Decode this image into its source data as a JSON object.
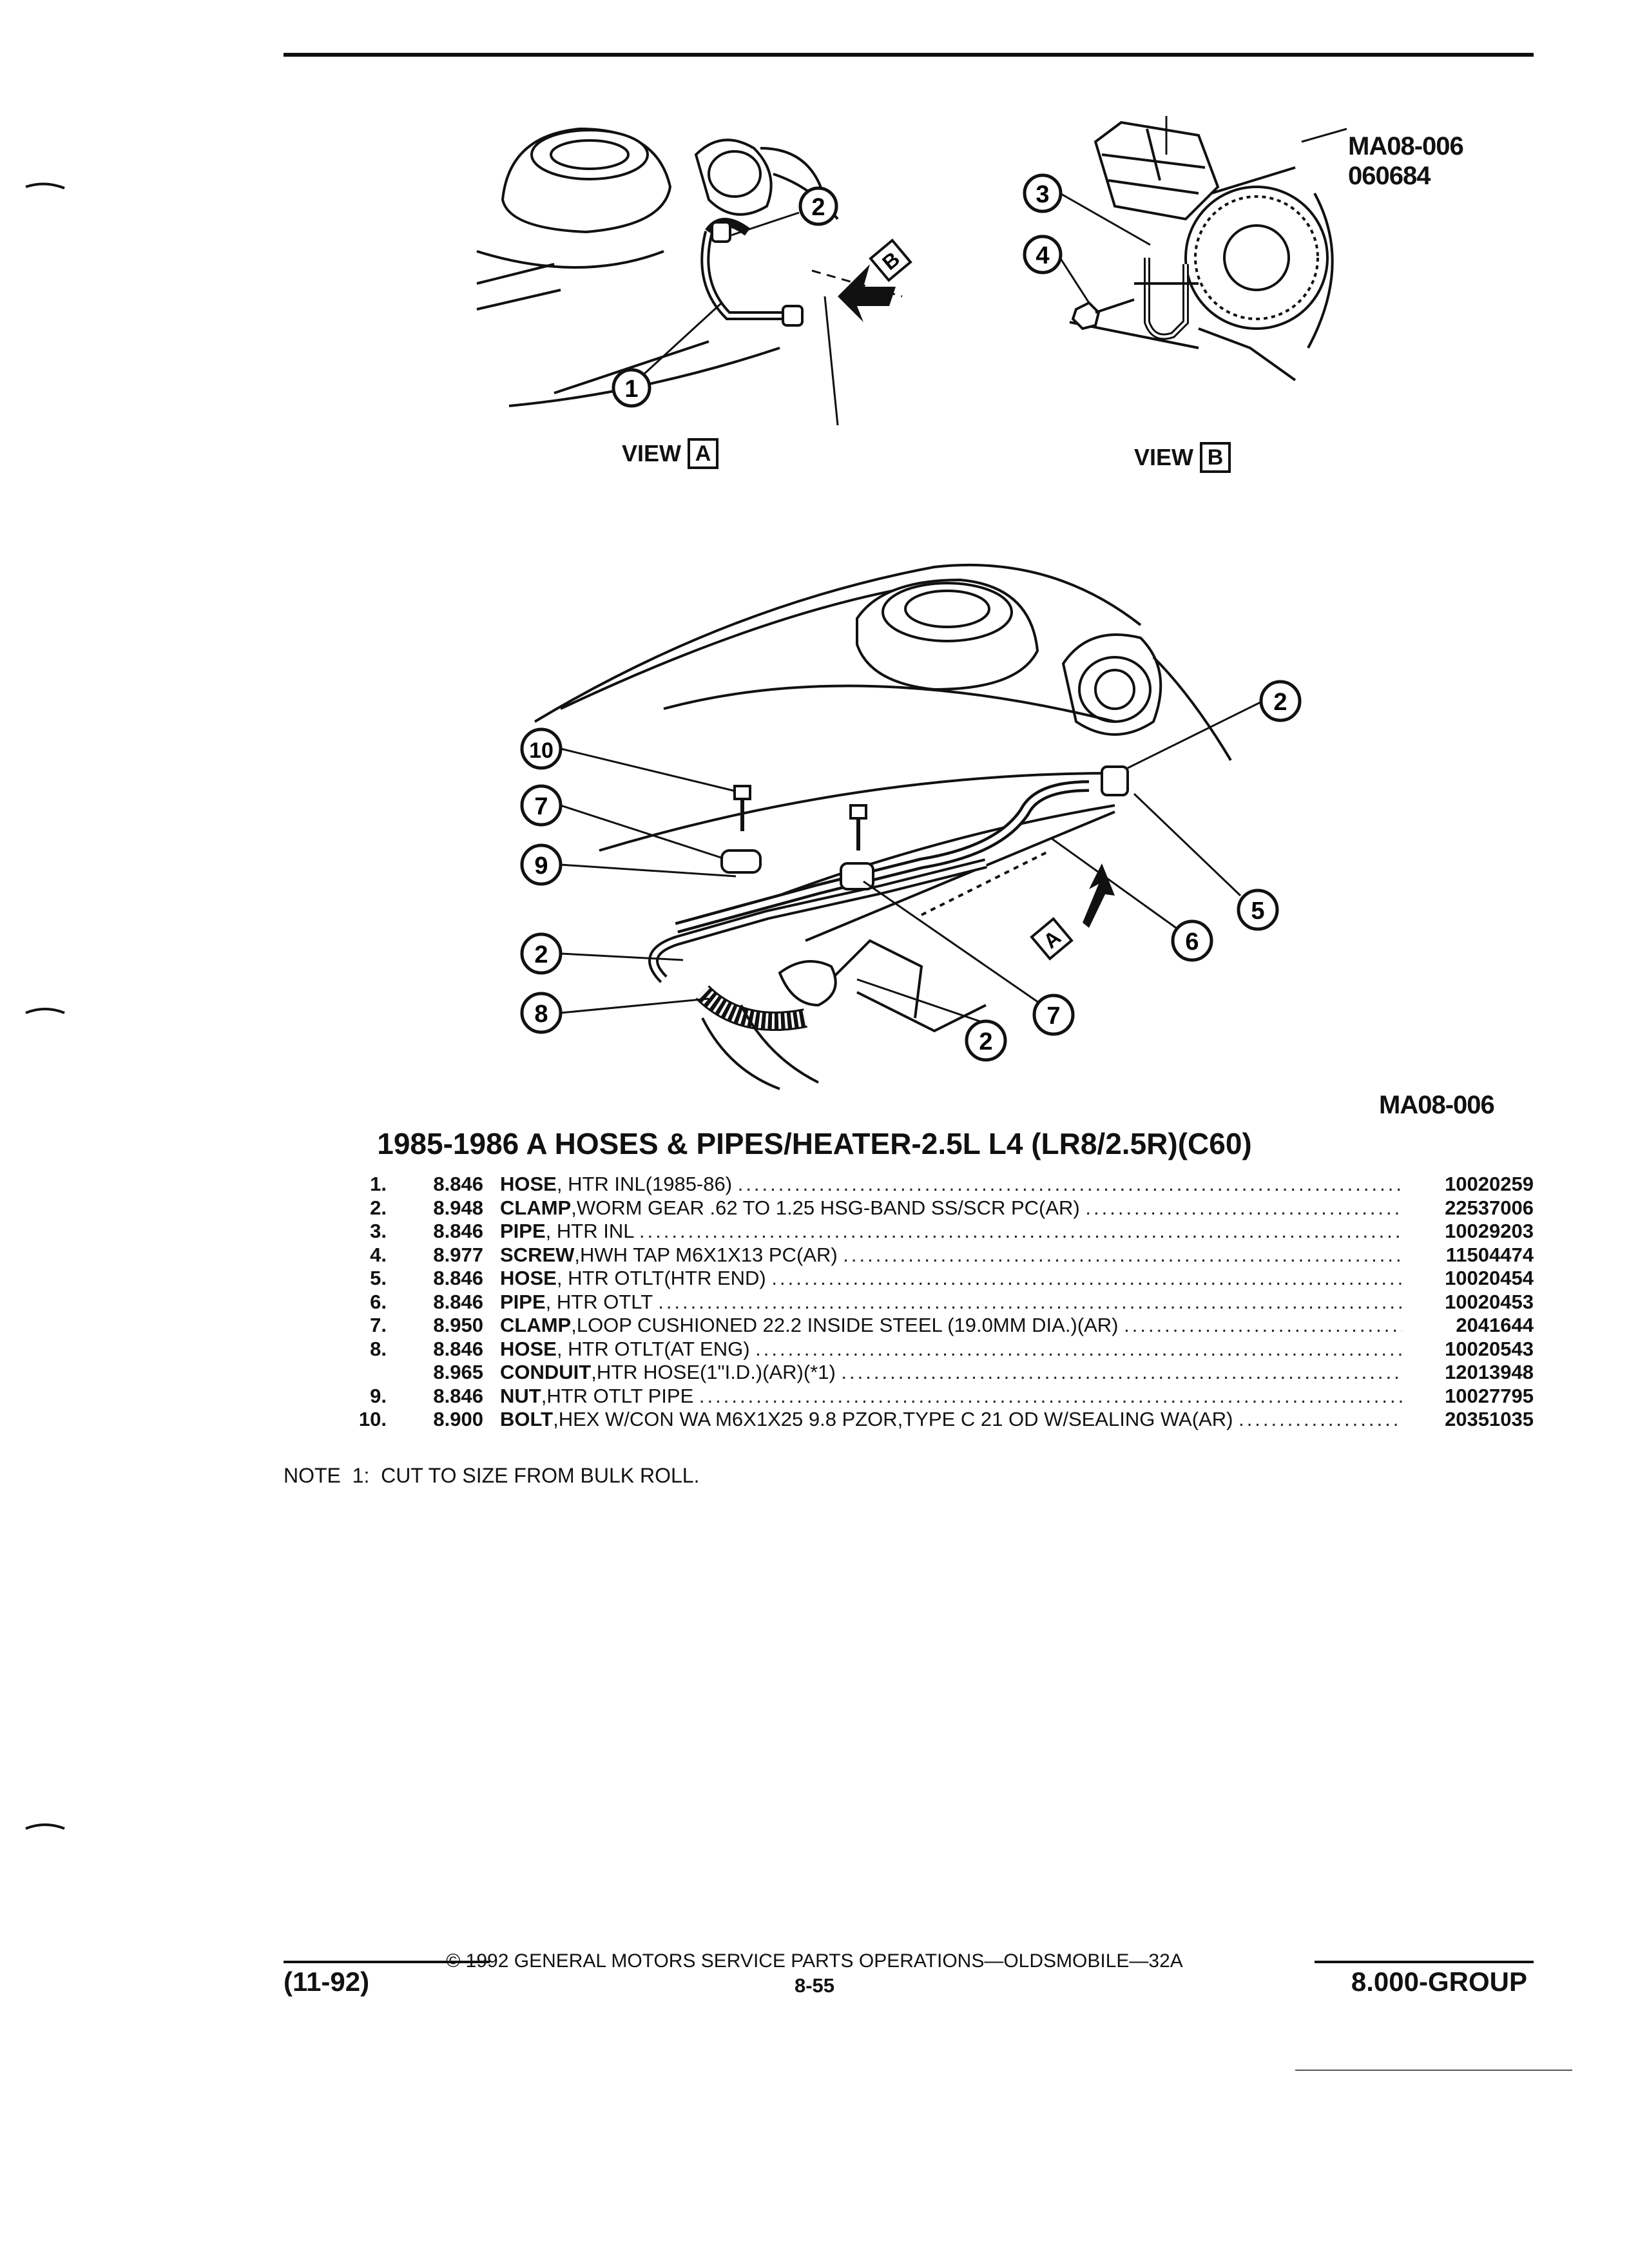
{
  "figure": {
    "code_top_1": "MA08-006",
    "code_top_2": "060684",
    "code_bottom": "MA08-006",
    "view_a": {
      "word": "VIEW",
      "letter": "A"
    },
    "view_b": {
      "word": "VIEW",
      "letter": "B"
    },
    "callouts": [
      "1",
      "2",
      "3",
      "4",
      "5",
      "6",
      "7",
      "8",
      "9",
      "10"
    ],
    "arrow_a": "A",
    "arrow_b": "B"
  },
  "title": "1985-1986 A HOSES & PIPES/HEATER-2.5L L4 (LR8/2.5R)(C60)",
  "parts": [
    {
      "no": "1.",
      "group": "8.846",
      "name": "HOSE",
      "desc": ", HTR INL(1985-86)",
      "pn": "10020259"
    },
    {
      "no": "2.",
      "group": "8.948",
      "name": "CLAMP",
      "desc": ",WORM GEAR .62 TO 1.25 HSG-BAND SS/SCR PC(AR)",
      "pn": "22537006"
    },
    {
      "no": "3.",
      "group": "8.846",
      "name": "PIPE",
      "desc": ", HTR INL",
      "pn": "10029203"
    },
    {
      "no": "4.",
      "group": "8.977",
      "name": "SCREW",
      "desc": ",HWH TAP M6X1X13 PC(AR)",
      "pn": "11504474"
    },
    {
      "no": "5.",
      "group": "8.846",
      "name": "HOSE",
      "desc": ", HTR OTLT(HTR END)",
      "pn": "10020454"
    },
    {
      "no": "6.",
      "group": "8.846",
      "name": "PIPE",
      "desc": ", HTR OTLT",
      "pn": "10020453"
    },
    {
      "no": "7.",
      "group": "8.950",
      "name": "CLAMP",
      "desc": ",LOOP CUSHIONED 22.2 INSIDE STEEL (19.0MM DIA.)(AR)",
      "pn": "2041644"
    },
    {
      "no": "8.",
      "group": "8.846",
      "name": "HOSE",
      "desc": ", HTR OTLT(AT ENG)",
      "pn": "10020543"
    },
    {
      "no": "",
      "group": "8.965",
      "name": "CONDUIT",
      "desc": ",HTR HOSE(1\"I.D.)(AR)(*1)",
      "pn": "12013948"
    },
    {
      "no": "9.",
      "group": "8.846",
      "name": "NUT",
      "desc": ",HTR OTLT PIPE",
      "pn": "10027795"
    },
    {
      "no": "10.",
      "group": "8.900",
      "name": "BOLT",
      "desc": ",HEX W/CON WA M6X1X25 9.8 PZOR,TYPE C 21 OD W/SEALING WA(AR)",
      "pn": "20351035"
    }
  ],
  "note": "NOTE  1:  CUT TO SIZE FROM BULK ROLL.",
  "footer": {
    "copyright": "© 1992  GENERAL MOTORS SERVICE PARTS OPERATIONS—OLDSMOBILE—32A",
    "date": "(11-92)",
    "page": "8-55",
    "group": "8.000-GROUP"
  }
}
